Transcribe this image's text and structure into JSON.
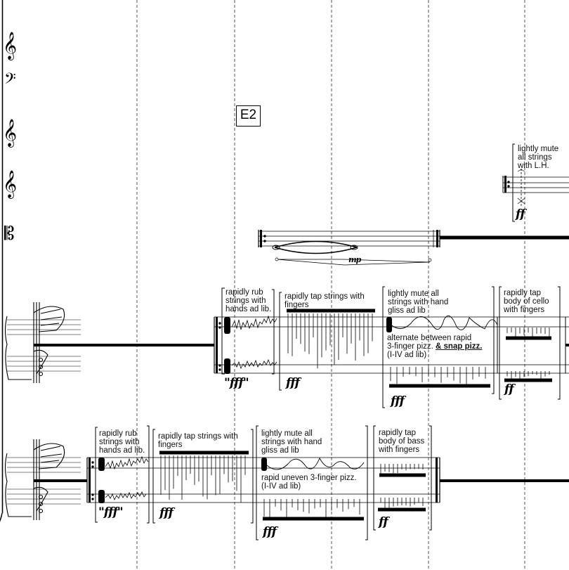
{
  "rehearsal_mark": "E2",
  "clefs": {
    "treble": "𝄞",
    "bass": "𝄢",
    "alto": "𝄡"
  },
  "upper_box": {
    "text": "lightly mute\nall strings\nwith L.H.",
    "dynamic": "ff"
  },
  "mid_dynamic": "mp",
  "cello": {
    "rub": "rapidly rub\nstrings with\nhands ad lib.",
    "rub_dyn": "\"fff\"",
    "tap": "rapidly tap strings with\nfingers",
    "tap_dyn": "fff",
    "mute": "lightly mute all\nstrings with hand\ngliss ad lib",
    "pizz_a": "alternate between rapid\n3-finger pizz. ",
    "pizz_b": "& snap pizz.",
    "pizz_c": "(I-IV ad lib)",
    "mute_dyn": "fff",
    "body": "rapidly tap\nbody of cello\nwith fingers",
    "body_dyn": "ff"
  },
  "bass": {
    "rub": "rapidly rub\nstrings with\nhands ad lib.",
    "rub_dyn": "\"fff\"",
    "tap": "rapidly tap strings with\nfingers",
    "tap_dyn": "fff",
    "mute": "lightly mute all\nstrings with hand\ngliss ad lib",
    "pizz": "rapid uneven 3-finger pizz.\n(I-IV ad lib)",
    "mute_dyn": "fff",
    "body": "rapidly tap\nbody of bass\nwith fingers",
    "body_dyn": "ff"
  }
}
